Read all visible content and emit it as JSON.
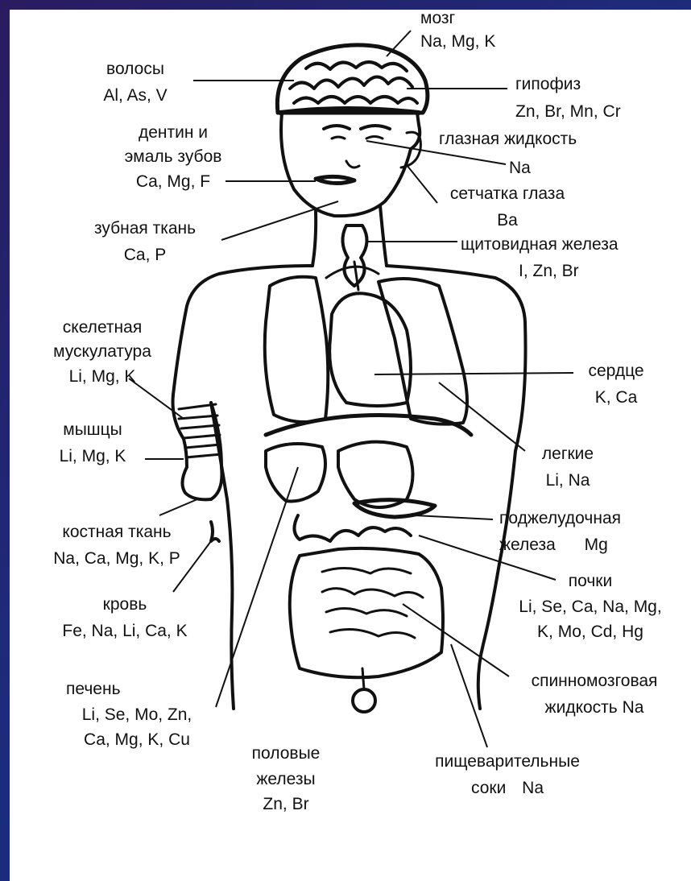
{
  "colors": {
    "background": "#1e2a7a",
    "sheet": "#ffffff",
    "ink": "#111111"
  },
  "labels": {
    "brain": {
      "name": "мозг",
      "elements": "Na, Mg, K"
    },
    "hair": {
      "name": "волосы",
      "elements": "Al, As, V"
    },
    "pituitary": {
      "name": "гипофиз",
      "elements": "Zn, Br, Mn, Cr"
    },
    "dentin": {
      "name_line1": "дентин и",
      "name_line2": "эмаль зубов",
      "elements": "Ca, Mg, F"
    },
    "eye_fluid": {
      "name": "глазная жидкость",
      "elements": "Na"
    },
    "retina": {
      "name": "сетчатка глаза",
      "elements": "Ba"
    },
    "dental_tissue": {
      "name": "зубная ткань",
      "elements": "Ca, P"
    },
    "thyroid": {
      "name": "щитовидная железа",
      "elements": "I, Zn, Br"
    },
    "skeletal_muscle": {
      "name_line1": "скелетная",
      "name_line2": "мускулатура",
      "elements": "Li, Mg, K"
    },
    "heart": {
      "name": "сердце",
      "elements": "K, Ca"
    },
    "muscles": {
      "name": "мышцы",
      "elements": "Li, Mg, K"
    },
    "lungs": {
      "name": "легкие",
      "elements": "Li, Na"
    },
    "pancreas": {
      "name_line1": "поджелудочная",
      "name_line2": "железа",
      "elements": "Mg"
    },
    "bone": {
      "name": "костная ткань",
      "elements": "Na, Ca, Mg, K, P"
    },
    "kidneys": {
      "name": "почки",
      "elements_line1": "Li, Se, Ca, Na, Mg,",
      "elements_line2": "K, Mo, Cd, Hg"
    },
    "blood": {
      "name": "кровь",
      "elements": "Fe, Na, Li, Ca, K"
    },
    "spinal_fluid": {
      "name_line1": "спинномозговая",
      "name_line2": "жидкость",
      "elements": "Na"
    },
    "liver": {
      "name": "печень",
      "elements_line1": "Li, Se, Mo, Zn,",
      "elements_line2": "Ca, Mg, K, Cu"
    },
    "gonads": {
      "name_line1": "половые",
      "name_line2": "железы",
      "elements": "Zn, Br"
    },
    "digestive": {
      "name_line1": "пищеварительные",
      "name_line2": "соки",
      "elements": "Na"
    }
  }
}
